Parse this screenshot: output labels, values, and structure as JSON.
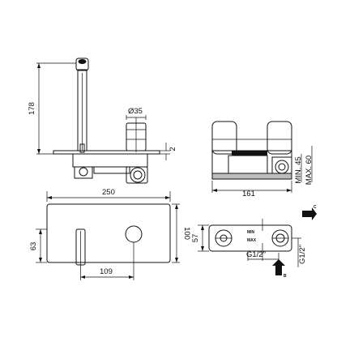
{
  "dimensions": {
    "spout_height": "178",
    "diameter": "Ø35",
    "plate_thickness": "2",
    "depth": "161",
    "min": "MIN. 45",
    "max": "MAX. 60",
    "plate_width": "250",
    "plate_height": "100",
    "spout_offset": "63",
    "outlet_distance": "109",
    "body_height": "57",
    "inlet_thread_bottom": "G1/2\"",
    "inlet_thread_side": "G1/2\""
  },
  "labels": {
    "min_marking": "MIN",
    "max_marking": "MAX",
    "arrow_c": "C",
    "arrow_b": "B"
  }
}
